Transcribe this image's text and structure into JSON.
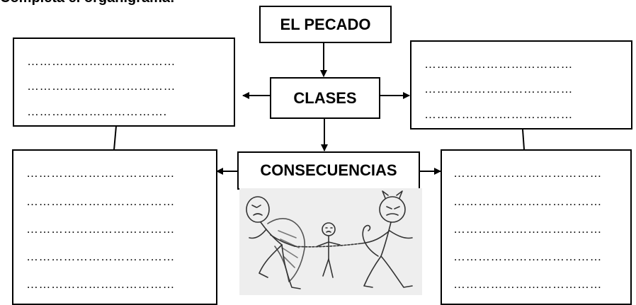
{
  "title": "Completa el organigrama:",
  "nodes": {
    "root": "EL PECADO",
    "clases": "CLASES",
    "consecuencias": "CONSECUENCIAS"
  },
  "blank_line": "………………………………",
  "blank_line_short": "……………………………."
}
